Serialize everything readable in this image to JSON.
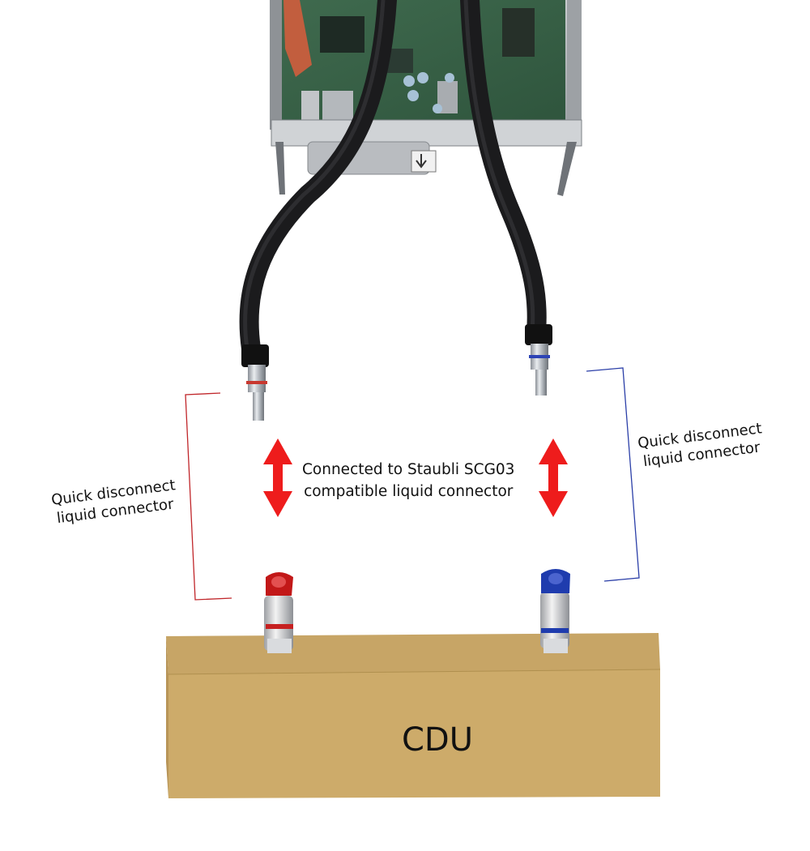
{
  "labels": {
    "left_connector": [
      "Quick disconnect",
      "liquid connector"
    ],
    "right_connector": [
      "Quick disconnect",
      "liquid connector"
    ],
    "center_note": [
      "Connected to Staubli SCG03",
      "compatible liquid connector"
    ],
    "cdu": "CDU"
  },
  "colors": {
    "left_bracket": "#c0262a",
    "right_bracket": "#2b3fa8",
    "arrows": "#ee1c1c",
    "cdu_front": "#cdab6a",
    "cdu_top": "#c7a566",
    "cdu_side": "#b89558",
    "hose": "#1b1b1d",
    "red_coupler": "#c21818",
    "blue_coupler": "#1f3cae"
  },
  "icons": {
    "server_module": "server-board-image",
    "arrow_left": "double-arrow-icon",
    "arrow_right": "double-arrow-icon"
  }
}
